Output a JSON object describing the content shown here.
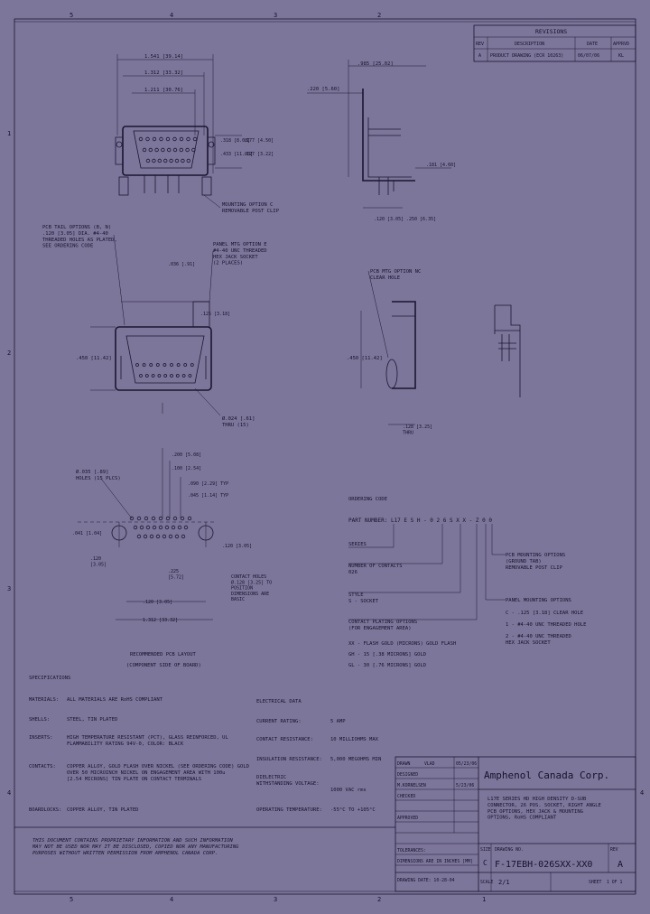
{
  "zone_labels": {
    "top": [
      "5",
      "4",
      "3",
      "2"
    ],
    "bottom": [
      "5",
      "4",
      "3",
      "2",
      "1"
    ],
    "left": [
      "1",
      "2",
      "3",
      "4"
    ],
    "right": [
      "4"
    ]
  },
  "revisions": {
    "title": "REVISIONS",
    "headers": [
      "REV",
      "DESCRIPTION",
      "DATE",
      "APPRVD"
    ],
    "rows": [
      [
        "A",
        "PRODUCT DRAWING (ECR 10263)",
        "06/07/06",
        "KL"
      ]
    ]
  },
  "dims": {
    "d1541": "1.541 [39.14]",
    "d1312": "1.312 [33.32]",
    "d1211": "1.211 [30.76]",
    "d985": ".985 [25.02]",
    "d220": ".220 [5.60]",
    "d318": ".318 [8.08]",
    "d177": ".177 [4.50]",
    "d433": ".433 [11.00]",
    "d127": ".127 [3.22]",
    "d120": ".120 [3.05]",
    "d250": ".250 [6.35]",
    "d181": ".181 [4.60]",
    "d450": ".450 [11.42]",
    "d450r": ".450 [11.42]",
    "d125": ".125 [3.18]",
    "d036": ".036 [.91]",
    "d024": "Ø.024 [.61]\nTHRU (15)",
    "d128": ".128 [3.25]\nTHRU",
    "d120b": ".120 [3.05]",
    "d200": ".200 [5.08]",
    "d225": ".225\n[5.72]",
    "d1312b": "1.312 [33.32]",
    "d090": ".090 [2.29] TYP",
    "d045": ".045 [1.14] TYP",
    "d041": ".041 [1.04]",
    "d100": ".100 [2.54]",
    "d120c": ".120\n[3.05]"
  },
  "callouts": {
    "mounting_option_c": "MOUNTING OPTION C\nREMOVABLE POST CLIP",
    "pcb_tail": "PCB TAIL OPTIONS (B, N)\n.120 [3.05] DIA. #4-40\nTHREADED HOLES AS PLATED,\nSEE ORDERING CODE",
    "panel_mtg": "PANEL MTG OPTION E\n#4-40 UNC THREADED\nHEX JACK SOCKET\n(2 PLACES)",
    "pcb_mtg_option": "PCB MTG OPTION NC\nCLEAR HOLE",
    "holes": "Ø.035 [.89]\nHOLES (15 PLCS)",
    "contact_holes": "CONTACT HOLES\nØ.128 [3.25] TO\nPOSITION\nDIMENSIONS ARE\nBASIC",
    "recommended_pcb_1": "RECOMMENDED PCB LAYOUT",
    "recommended_pcb_2": "(COMPONENT SIDE OF BOARD)"
  },
  "ordering": {
    "title": "ORDERING CODE",
    "part": "PART NUMBER:  L17 E S H - 0 2 6 S X X - Z 0 0",
    "series": "SERIES",
    "contacts": "NUMBER OF CONTACTS\n026",
    "pcb_mounting": "PCB MOUNTING OPTIONS\n(GROUND TAB)\nREMOVABLE POST CLIP",
    "style": "STYLE\nS - SOCKET",
    "plating_title": "CONTACT PLATING OPTIONS\n(FOR ENGAGEMENT AREA)",
    "plating_1": "XX - FLASH GOLD (MICRONS) GOLD FLASH",
    "plating_2": "GH - 15 [.38 MICRONS] GOLD",
    "plating_3": "GL - 30 [.76 MICRONS] GOLD",
    "panel_title": "PANEL MOUNTING OPTIONS",
    "panel_1": "C - .125 [3.18] CLEAR HOLE",
    "panel_2": "1 - #4-40 UNC THREADED HOLE",
    "panel_3": "2 - #4-40 UNC THREADED\nHEX JACK SOCKET"
  },
  "specs": {
    "title": "SPECIFICATIONS",
    "materials_label": "MATERIALS:",
    "materials": "ALL MATERIALS ARE RoHS COMPLIANT",
    "shells_label": "SHELLS:",
    "shells": "STEEL, TIN PLATED",
    "inserts_label": "INSERTS:",
    "inserts": "HIGH TEMPERATURE RESISTANT (PCT), GLASS REINFORCED, UL\nFLAMMABILITY RATING 94V-0, COLOR: BLACK",
    "contacts_label": "CONTACTS:",
    "contacts": "COPPER ALLOY, GOLD FLASH OVER NICKEL (SEE ORDERING CODE) GOLD\nOVER 50 MICROINCH NICKEL ON ENGAGEMENT AREA WITH 100u\n[2.54 MICRONS] TIN PLATE ON CONTACT TERMINALS",
    "boardlock_label": "BOARDLOCKS:",
    "boardlock": "COPPER ALLOY, TIN PLATED"
  },
  "electrical": {
    "title": "ELECTRICAL DATA",
    "rows": [
      [
        "CURRENT RATING:",
        "5 AMP"
      ],
      [
        "CONTACT RESISTANCE:",
        "10 MILLIOHMS MAX"
      ],
      [
        "INSULATION RESISTANCE:",
        "5,000 MEGOHMS MIN"
      ],
      [
        "DIELECTRIC\nWITHSTANDING VOLTAGE:",
        "1000 VAC rms"
      ],
      [
        "OPERATING TEMPERATURE:",
        "-55°C TO +105°C"
      ]
    ]
  },
  "disclaimer": "THIS DOCUMENT CONTAINS PROPRIETARY INFORMATION AND SUCH INFORMATION\nMAY NOT BE USED NOR MAY IT BE DISCLOSED, COPIED NOR ANY MANUFACTURING\nPURPOSES WITHOUT WRITTEN PERMISSION FROM AMPHENOL CANADA CORP.",
  "title_block": {
    "drawn_label": "DRAWN",
    "drawn": "VLAD",
    "drawn_date": "05/23/06",
    "designed_label": "DESIGNED",
    "designed": "M.KORNELSEN",
    "designed_date": "5/23/06",
    "checked_label": "CHECKED",
    "approved_label": "APPROVED",
    "scale_label": "SCALE",
    "scale": "2/1",
    "tol_label": "TOLERANCES:",
    "sheet_label": "SHEET",
    "sheet": "1 OF 1",
    "company": "Amphenol Canada Corp.",
    "title": "L17E SERIES HD  HIGH DENSITY D-SUB\nCONNECTOR, 26 POS. SOCKET, RIGHT ANGLE\nPCB OPTIONS, HEX JACK & MOUNTING\nOPTIONS, RoHS COMPLIANT",
    "size_label": "SIZE",
    "size": "C",
    "dwg_label": "DRAWING NO.",
    "dwg": "F-17EBH-026SXX-XX0",
    "rev_label": "REV",
    "rev": "A",
    "note1": "DIMENSIONS ARE IN INCHES [MM]",
    "note2": "DRAWING DATE: 10-28-04"
  }
}
